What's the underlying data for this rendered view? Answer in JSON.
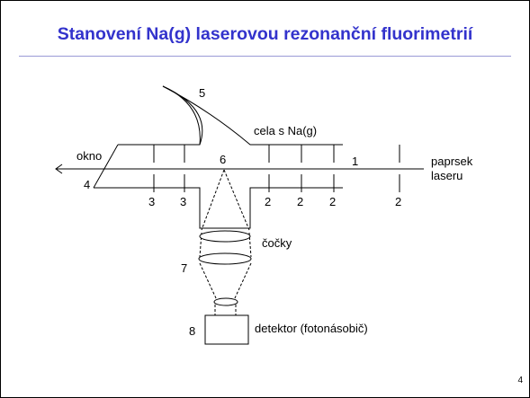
{
  "slide": {
    "title": "Stanovení Na(g) laserovou rezonanční fluorimetrií",
    "page_number": "4"
  },
  "diagram": {
    "labels": {
      "okno": "okno",
      "cell": "cela s Na(g)",
      "beam_line1": "paprsek",
      "beam_line2": "laseru",
      "lenses": "čočky",
      "detector": "detektor (fotonásobič)"
    },
    "numbers": {
      "n1": "1",
      "n2": "2",
      "n3": "3",
      "n4": "4",
      "n5": "5",
      "n6": "6",
      "n7": "7",
      "n8": "8"
    }
  }
}
